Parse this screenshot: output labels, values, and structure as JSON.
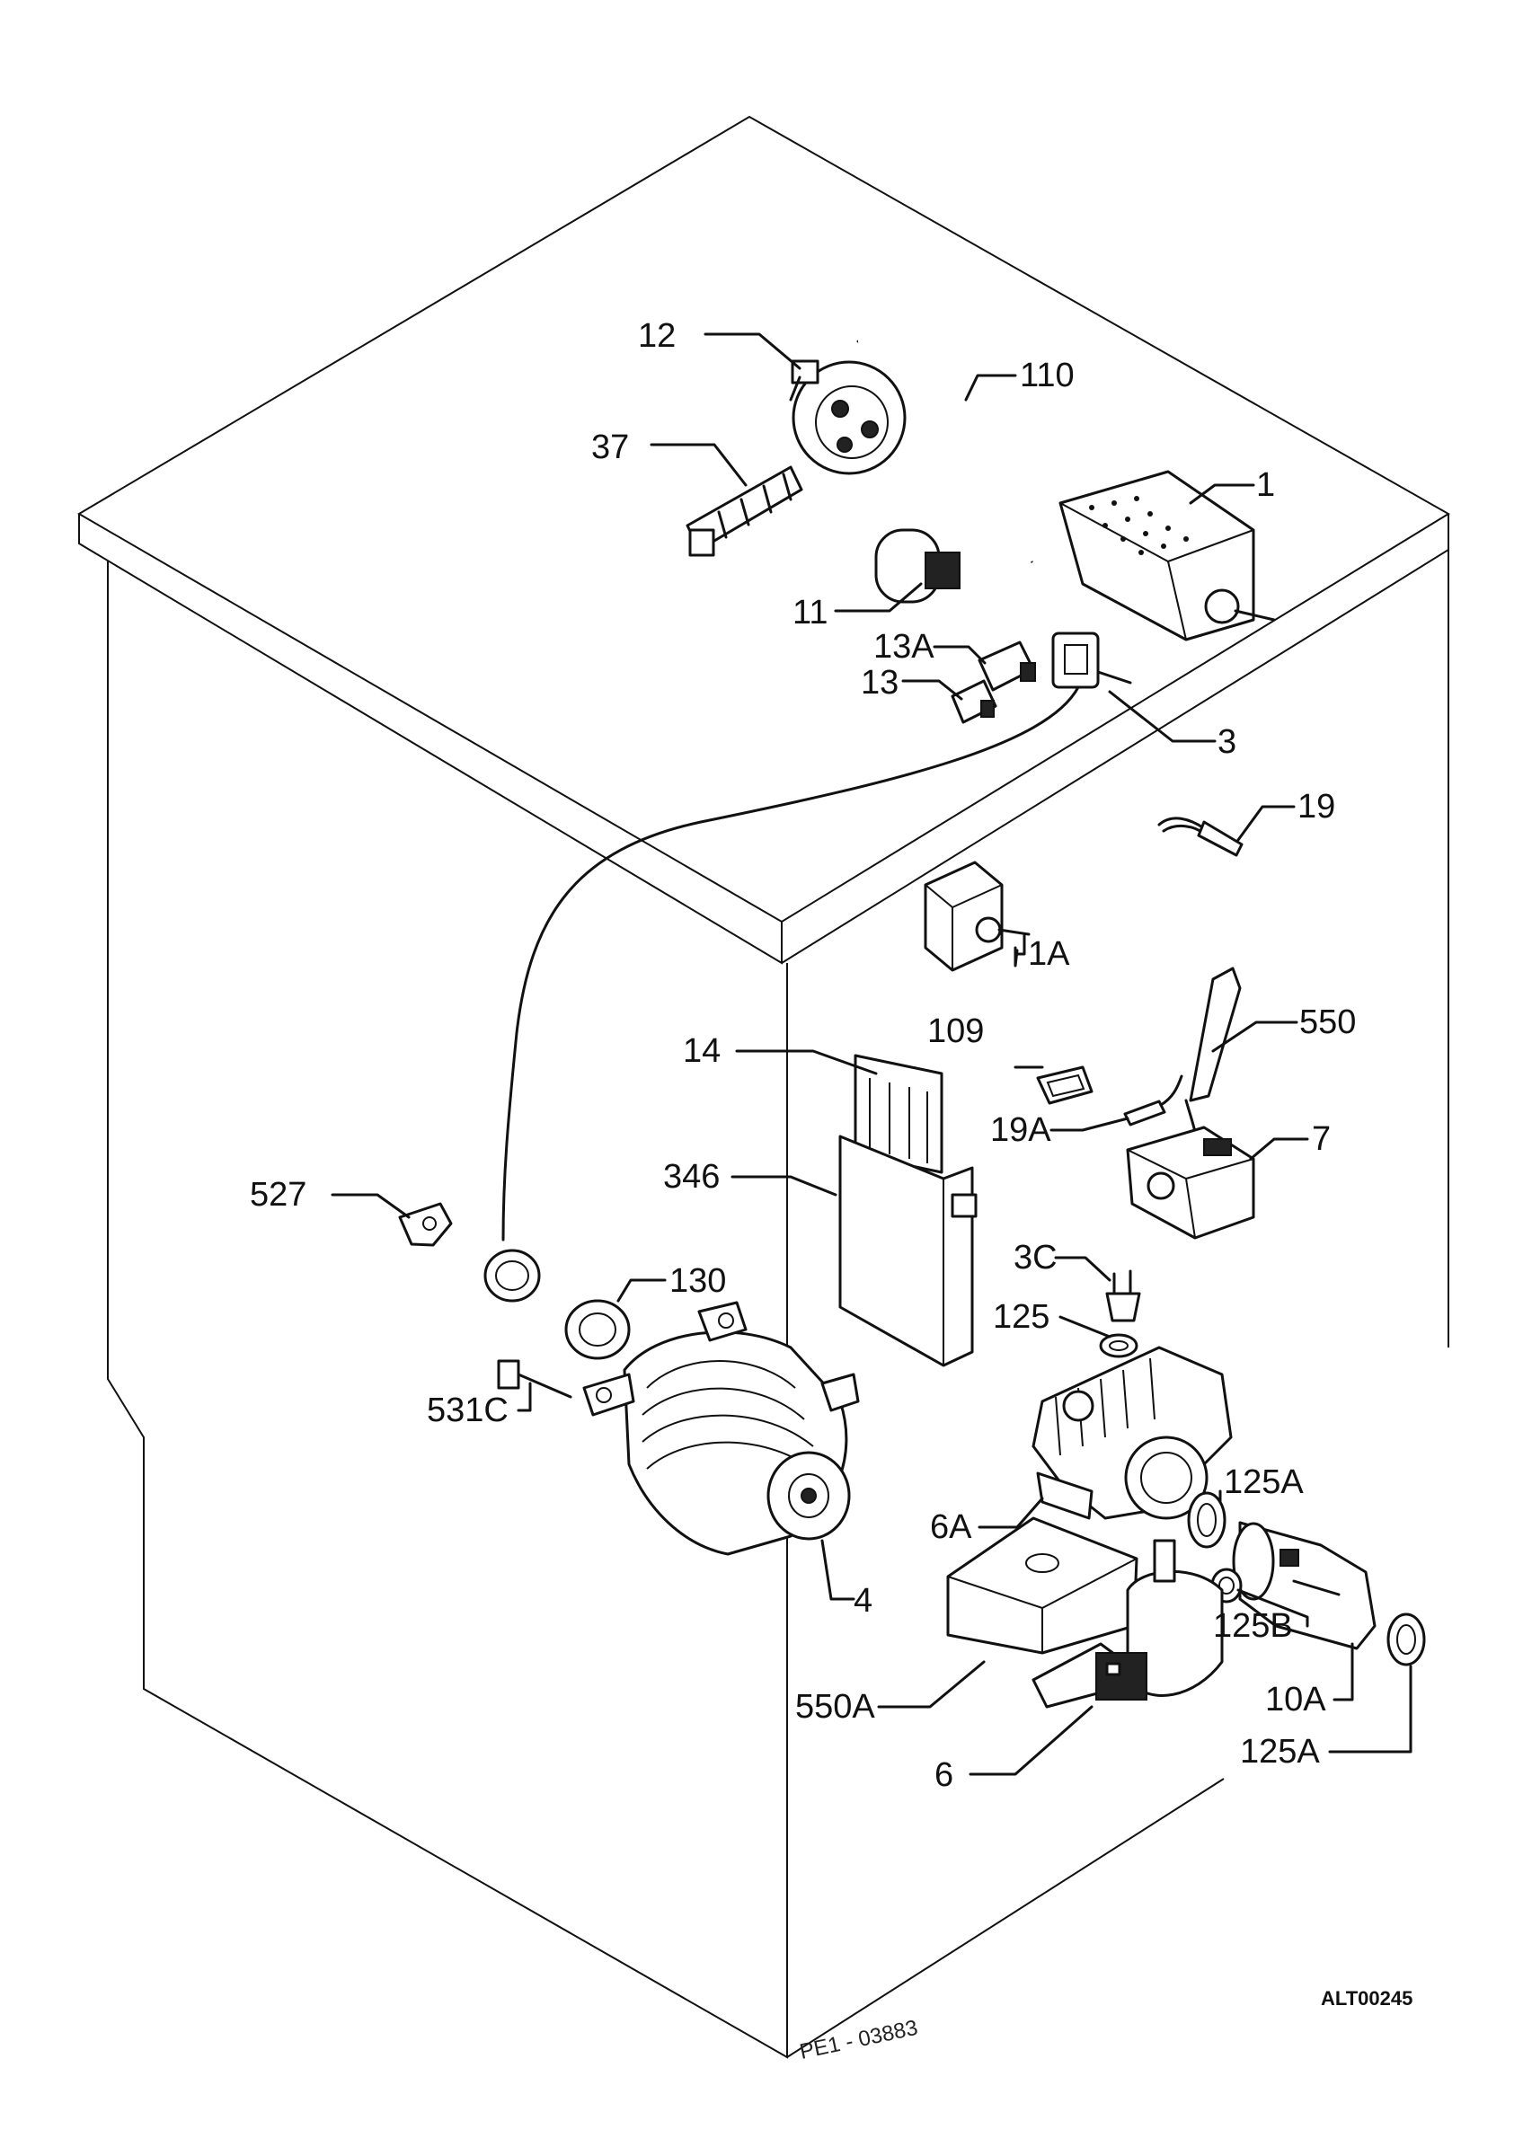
{
  "diagram": {
    "part_labels": [
      {
        "id": "lbl-12",
        "text": "12"
      },
      {
        "id": "lbl-110",
        "text": "110"
      },
      {
        "id": "lbl-37",
        "text": "37"
      },
      {
        "id": "lbl-1",
        "text": "1"
      },
      {
        "id": "lbl-11",
        "text": "11"
      },
      {
        "id": "lbl-13a",
        "text": "13A"
      },
      {
        "id": "lbl-13",
        "text": "13"
      },
      {
        "id": "lbl-3",
        "text": "3"
      },
      {
        "id": "lbl-19",
        "text": "19"
      },
      {
        "id": "lbl-1a",
        "text": "1A"
      },
      {
        "id": "lbl-550",
        "text": "550"
      },
      {
        "id": "lbl-109",
        "text": "109"
      },
      {
        "id": "lbl-14",
        "text": "14"
      },
      {
        "id": "lbl-19a",
        "text": "19A"
      },
      {
        "id": "lbl-7",
        "text": "7"
      },
      {
        "id": "lbl-346",
        "text": "346"
      },
      {
        "id": "lbl-527",
        "text": "527"
      },
      {
        "id": "lbl-3c",
        "text": "3C"
      },
      {
        "id": "lbl-130",
        "text": "130"
      },
      {
        "id": "lbl-125",
        "text": "125"
      },
      {
        "id": "lbl-531c",
        "text": "531C"
      },
      {
        "id": "lbl-125a-top",
        "text": "125A"
      },
      {
        "id": "lbl-6a",
        "text": "6A"
      },
      {
        "id": "lbl-4",
        "text": "4"
      },
      {
        "id": "lbl-125b",
        "text": "125B"
      },
      {
        "id": "lbl-10a",
        "text": "10A"
      },
      {
        "id": "lbl-550a",
        "text": "550A"
      },
      {
        "id": "lbl-125a-bottom",
        "text": "125A"
      },
      {
        "id": "lbl-6",
        "text": "6"
      }
    ],
    "drawing_code": "ALT00245",
    "handwritten_note": "PE1 - 03883"
  }
}
